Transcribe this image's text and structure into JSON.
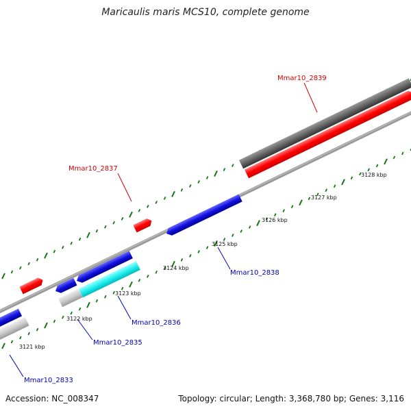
{
  "header": {
    "title": "Maricaulis maris MCS10, complete genome"
  },
  "footer": {
    "accession": "Accession: NC_008347",
    "topology": "Topology: circular; Length: 3,368,780 bp; Genes: 3,116"
  },
  "kbp_labels": [
    "3121 kbp",
    "3122 kbp",
    "3123 kbp",
    "3124 kbp",
    "3125 kbp",
    "3126 kbp",
    "3127 kbp",
    "3128 kbp"
  ],
  "genes": [
    {
      "name": "Mmar10_2833",
      "strand": "reverse"
    },
    {
      "name": "Mmar10_2835",
      "strand": "reverse"
    },
    {
      "name": "Mmar10_2836",
      "strand": "reverse"
    },
    {
      "name": "Mmar10_2837",
      "strand": "forward"
    },
    {
      "name": "Mmar10_2838",
      "strand": "reverse"
    },
    {
      "name": "Mmar10_2839",
      "strand": "forward"
    }
  ],
  "colors": {
    "forward_gene": "#ee1111",
    "reverse_gene": "#1111dd",
    "cds_cyan": "#22eeee",
    "rna_grey": "#cccccc",
    "dark_grey": "#666666",
    "backbone": "#888888",
    "forward_label": "#cc0000",
    "reverse_label": "#0000bb",
    "tick": "#117711"
  }
}
